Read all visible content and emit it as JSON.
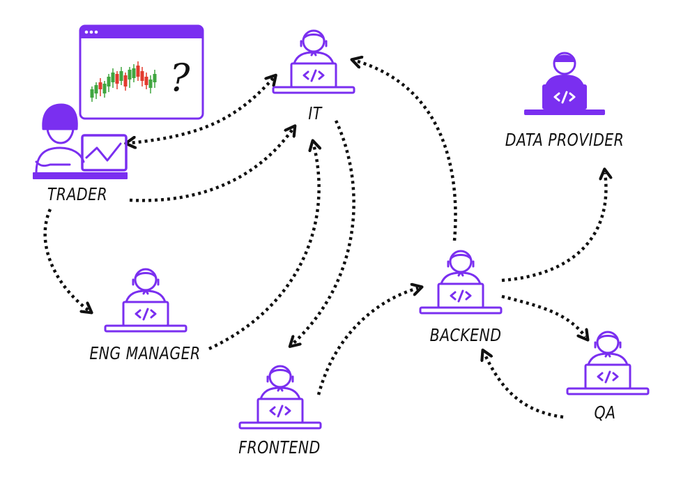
{
  "labels": {
    "trader": "TRADER",
    "it": "IT",
    "data_provider": "DATA PROVIDER",
    "eng_manager": "ENG MANAGER",
    "frontend": "FRONTEND",
    "backend": "BACKEND",
    "qa": "QA"
  },
  "question_mark": "?",
  "colors": {
    "accent": "#7a2ff0",
    "arrow": "#111111",
    "candle_green": "#3fa63f",
    "candle_red": "#e23a2e"
  },
  "icons": [
    "developer-icon",
    "trader-icon",
    "chart-window-icon",
    "code-icon",
    "dotted-arrow"
  ]
}
